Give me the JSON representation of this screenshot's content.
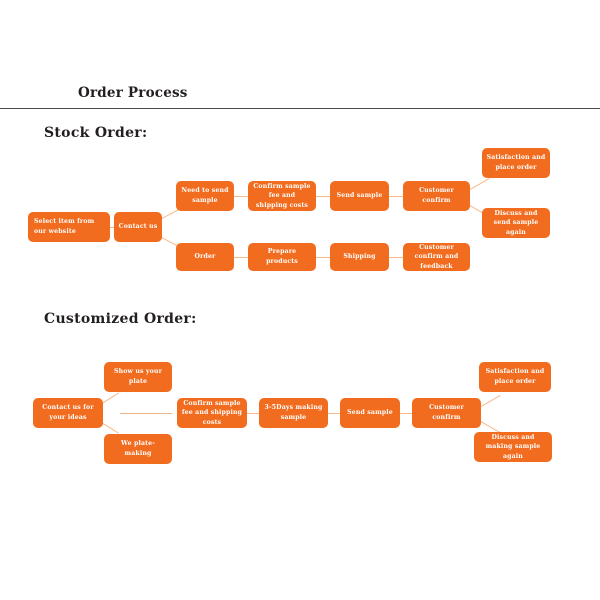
{
  "header": {
    "title": "Order Process"
  },
  "sections": [
    {
      "id": "stock",
      "heading": "Stock  Order:",
      "nodes": [
        {
          "key": "stock-start",
          "label": "Select item from our website"
        },
        {
          "key": "stock-contact",
          "label": "Contact us"
        },
        {
          "key": "stock-need-sample",
          "label": "Need to send sample"
        },
        {
          "key": "stock-confirm-fee",
          "label": "Confirm sample fee and shipping costs"
        },
        {
          "key": "stock-send-sample",
          "label": "Send sample"
        },
        {
          "key": "stock-customer-confirm",
          "label": "Customer confirm"
        },
        {
          "key": "stock-satisfaction",
          "label": "Satisfaction and place order"
        },
        {
          "key": "stock-discuss",
          "label": "Discuss and send sample again"
        },
        {
          "key": "stock-order",
          "label": "Order"
        },
        {
          "key": "stock-prepare",
          "label": "Prepare products"
        },
        {
          "key": "stock-shipping",
          "label": "Shipping"
        },
        {
          "key": "stock-feedback",
          "label": "Customer confirm and feedback"
        }
      ]
    },
    {
      "id": "custom",
      "heading": "Customized Order:",
      "nodes": [
        {
          "key": "cust-start",
          "label": "Contact us for your ideas"
        },
        {
          "key": "cust-show-plate",
          "label": "Show us your plate"
        },
        {
          "key": "cust-we-plate",
          "label": "We plate-making"
        },
        {
          "key": "cust-confirm-fee",
          "label": "Confirm sample fee and shipping costs"
        },
        {
          "key": "cust-days",
          "label": "3-5Days making sample"
        },
        {
          "key": "cust-send-sample",
          "label": "Send sample"
        },
        {
          "key": "cust-customer-confirm",
          "label": "Customer confirm"
        },
        {
          "key": "cust-satisfaction",
          "label": "Satisfaction and place order"
        },
        {
          "key": "cust-discuss",
          "label": "Discuss and making sample again"
        }
      ]
    }
  ],
  "colors": {
    "node_fill": "#F26C20",
    "node_text": "#FFFFFF",
    "connector": "#F9B887",
    "rule": "#4A4A4A",
    "heading_text": "#231F20",
    "background": "#FFFFFF"
  }
}
